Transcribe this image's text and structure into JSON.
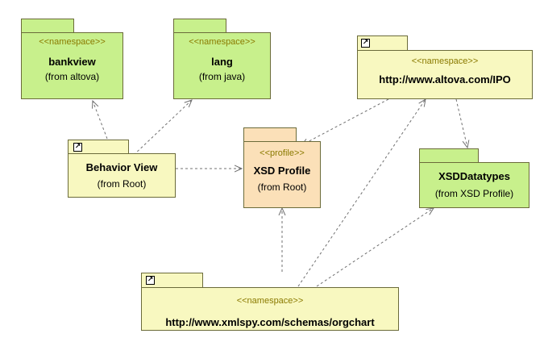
{
  "packages": {
    "bankview": {
      "stereotype": "<<namespace>>",
      "name": "bankview",
      "from": "(from altova)"
    },
    "lang": {
      "stereotype": "<<namespace>>",
      "name": "lang",
      "from": "(from java)"
    },
    "ipo": {
      "stereotype": "<<namespace>>",
      "name": "http://www.altova.com/IPO",
      "shortcut_icon": "shortcut-arrow-icon"
    },
    "behavior_view": {
      "name": "Behavior View",
      "from": "(from Root)",
      "shortcut_icon": "shortcut-arrow-icon"
    },
    "xsd_profile": {
      "stereotype": "<<profile>>",
      "name": "XSD Profile",
      "from": "(from Root)"
    },
    "xsd_datatypes": {
      "name": "XSDDatatypes",
      "from": "(from XSD Profile)"
    },
    "orgchart": {
      "stereotype": "<<namespace>>",
      "name": "http://www.xmlspy.com/schemas/orgchart",
      "shortcut_icon": "shortcut-arrow-icon"
    }
  },
  "colors": {
    "namespace_green": "#c8f08c",
    "shortcut_yellow": "#f8f8c0",
    "profile_peach": "#fbe0b8",
    "stereotype_text": "#8a7a00",
    "border": "#6b6b3a",
    "dependency_line": "#707070"
  }
}
